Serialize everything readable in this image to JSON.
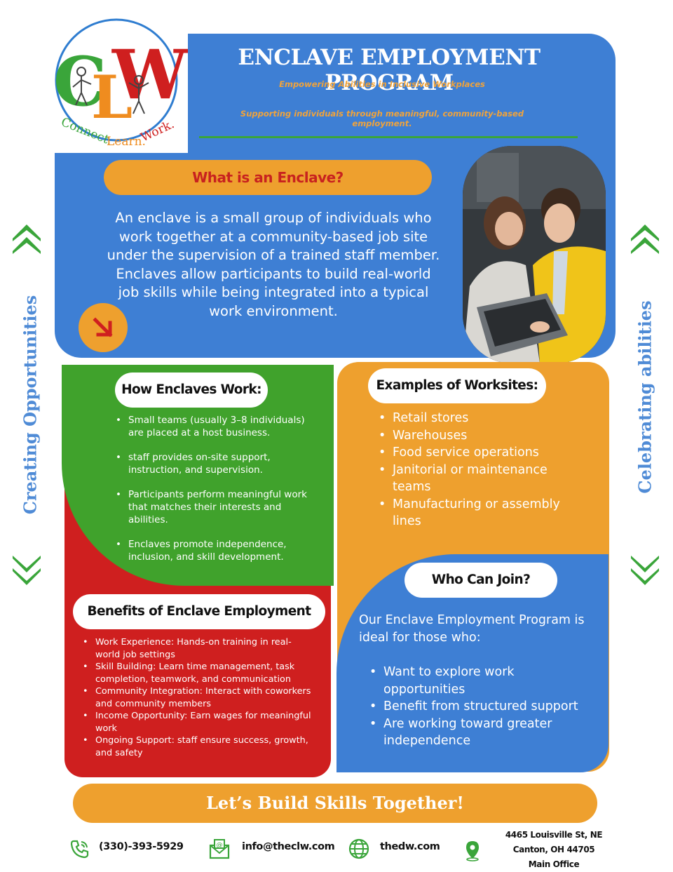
{
  "logo": {
    "letters": "CLW",
    "tagline_parts": [
      "Connect.",
      "Learn.",
      "Work."
    ]
  },
  "header": {
    "title": "ENCLAVE EMPLOYMENT PROGRAM",
    "tagline_1": "Empowering Abilities in Inclusive Workplaces",
    "tagline_2": "Supporting individuals through meaningful, community-based employment."
  },
  "what_is": {
    "heading": "What is an Enclave?",
    "description": "An enclave is a small group of individuals who work together at a community-based job site under the supervision of a trained staff member. Enclaves allow participants to build real-world job skills while being integrated into a typical work environment."
  },
  "side_text": {
    "left": "Creating Opportunities",
    "right": "Celebrating abilities"
  },
  "how_it_works": {
    "heading": "How Enclaves Work:",
    "items": [
      "Small teams (usually 3–8 individuals) are placed at a host business.",
      "staff provides on-site support, instruction, and supervision.",
      "Participants perform meaningful work that matches their interests and abilities.",
      "Enclaves promote independence, inclusion, and skill development."
    ]
  },
  "examples": {
    "heading": "Examples of Worksites:",
    "items": [
      "Retail stores",
      "Warehouses",
      "Food service operations",
      "Janitorial or maintenance teams",
      "Manufacturing or assembly lines"
    ]
  },
  "benefits": {
    "heading": "Benefits of Enclave Employment",
    "items": [
      "Work Experience: Hands-on training in real-world job settings",
      "Skill Building: Learn time management, task completion, teamwork, and communication",
      "Community Integration: Interact with coworkers and community members",
      "Income Opportunity: Earn wages for meaningful work",
      "Ongoing Support: staff ensure success, growth, and safety"
    ]
  },
  "who_can_join": {
    "heading": "Who Can Join?",
    "intro": "Our Enclave Employment Program is ideal for those who:",
    "items": [
      "Want to explore work opportunities",
      "Benefit from structured support",
      "Are working toward greater independence"
    ]
  },
  "banner": "Let’s Build Skills Together!",
  "contact": {
    "phone": "(330)-393-5929",
    "email": "info@theclw.com",
    "website": "thedw.com",
    "address_line_1": "4465 Louisville St, NE",
    "address_line_2": "Canton, OH 44705",
    "address_line_3": "Main Office"
  },
  "colors": {
    "blue": "#3e7fd4",
    "orange": "#eea02e",
    "green": "#40a22c",
    "red": "#cf1f1f"
  },
  "icons": [
    "phone-icon",
    "email-icon",
    "globe-icon",
    "location-pin-icon",
    "arrow-down-right-icon",
    "chevron-up-icon",
    "chevron-down-icon"
  ]
}
